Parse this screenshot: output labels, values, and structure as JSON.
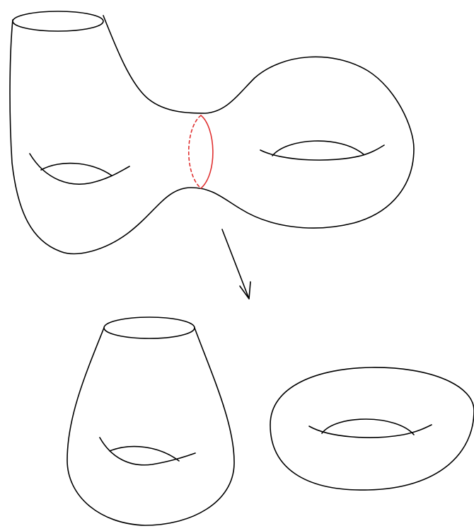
{
  "colors": {
    "background": "#ffffff",
    "outline": "#000000",
    "cut_curve": "#e03030"
  },
  "figure": {
    "top": {
      "shape": "genus-2 surface with one boundary circle",
      "features": [
        "boundary-circle",
        "left-handle",
        "right-handle",
        "neck-cut-curve"
      ],
      "cut_curve_style": {
        "front": "solid",
        "back": "dashed"
      }
    },
    "arrow": {
      "direction": "down-right",
      "icon": "arrow-down-icon"
    },
    "bottom": {
      "pieces": [
        {
          "shape": "genus-1 surface with one boundary circle",
          "features": [
            "boundary-circle",
            "handle"
          ]
        },
        {
          "shape": "torus",
          "features": [
            "hole"
          ]
        }
      ]
    }
  }
}
